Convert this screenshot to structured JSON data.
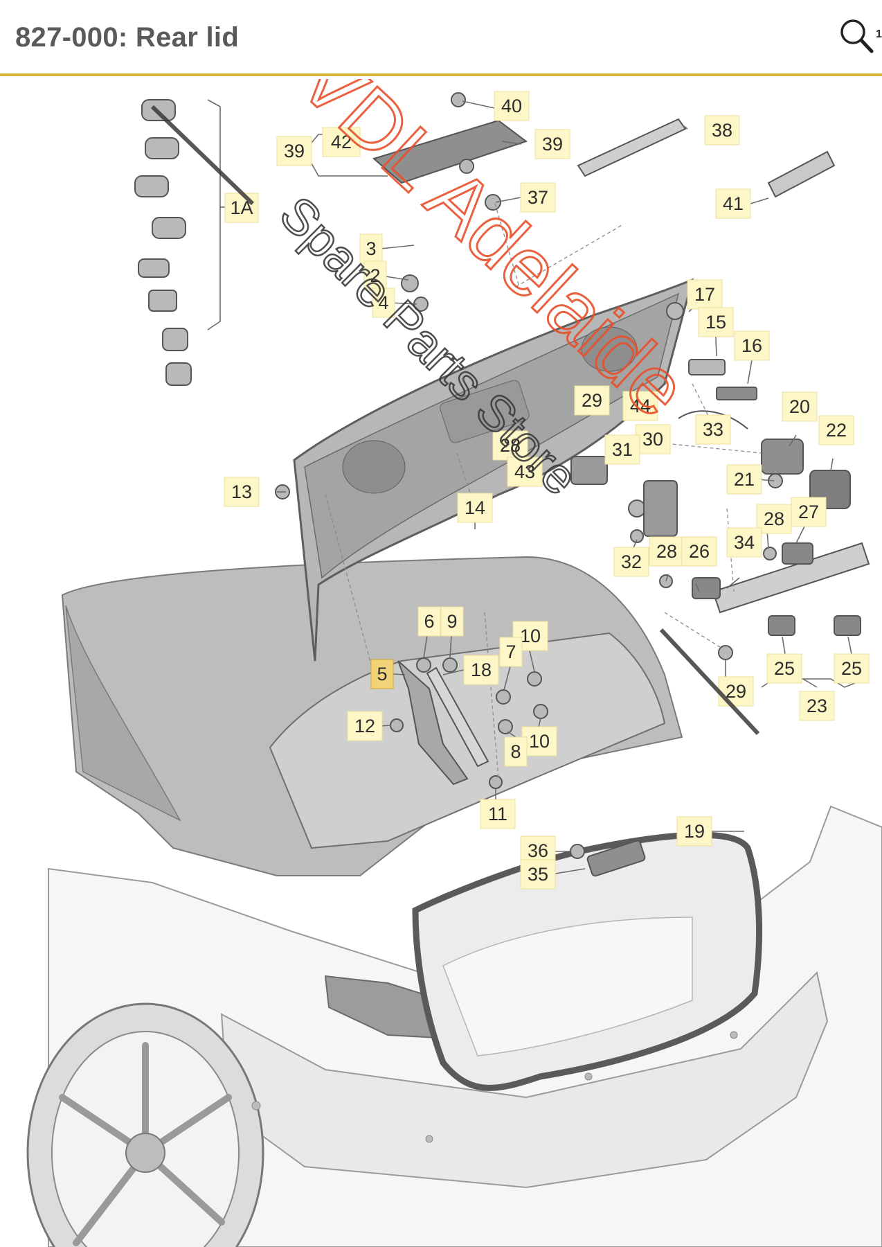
{
  "page": {
    "title": "827-000: Rear lid",
    "zoom_icon": "magnifier-icon",
    "zoom_badge": "1"
  },
  "watermark": {
    "line1": "VDL Adelaide",
    "line2": "Spare Parts Store",
    "line1_color": "#e8502c",
    "line2_color": "#3a3a3a"
  },
  "colors": {
    "accent": "#d8b832",
    "callout_fill": "#fdf6c6",
    "callout_active": "#f3d37a"
  },
  "callouts": [
    {
      "id": "c40",
      "label": "40"
    },
    {
      "id": "c42",
      "label": "42"
    },
    {
      "id": "c39a",
      "label": "39"
    },
    {
      "id": "c39b",
      "label": "39"
    },
    {
      "id": "c38",
      "label": "38"
    },
    {
      "id": "c37",
      "label": "37"
    },
    {
      "id": "c41",
      "label": "41"
    },
    {
      "id": "c1a",
      "label": "1A"
    },
    {
      "id": "c3",
      "label": "3"
    },
    {
      "id": "c2",
      "label": "2"
    },
    {
      "id": "c4",
      "label": "4"
    },
    {
      "id": "c17",
      "label": "17"
    },
    {
      "id": "c15",
      "label": "15"
    },
    {
      "id": "c16",
      "label": "16"
    },
    {
      "id": "c20",
      "label": "20"
    },
    {
      "id": "c22",
      "label": "22"
    },
    {
      "id": "c33",
      "label": "33"
    },
    {
      "id": "c21",
      "label": "21"
    },
    {
      "id": "c29a",
      "label": "29"
    },
    {
      "id": "c44",
      "label": "44"
    },
    {
      "id": "c30",
      "label": "30"
    },
    {
      "id": "c31",
      "label": "31"
    },
    {
      "id": "c28a",
      "label": "28"
    },
    {
      "id": "c43",
      "label": "43"
    },
    {
      "id": "c13",
      "label": "13"
    },
    {
      "id": "c14",
      "label": "14"
    },
    {
      "id": "c28b",
      "label": "28"
    },
    {
      "id": "c27",
      "label": "27"
    },
    {
      "id": "c34",
      "label": "34"
    },
    {
      "id": "c32",
      "label": "32"
    },
    {
      "id": "c28c",
      "label": "28"
    },
    {
      "id": "c26",
      "label": "26"
    },
    {
      "id": "c6",
      "label": "6"
    },
    {
      "id": "c9",
      "label": "9"
    },
    {
      "id": "c10a",
      "label": "10"
    },
    {
      "id": "c7",
      "label": "7"
    },
    {
      "id": "c5",
      "label": "5",
      "active": true
    },
    {
      "id": "c18",
      "label": "18"
    },
    {
      "id": "c29b",
      "label": "29"
    },
    {
      "id": "c25a",
      "label": "25"
    },
    {
      "id": "c25b",
      "label": "25"
    },
    {
      "id": "c23",
      "label": "23"
    },
    {
      "id": "c12",
      "label": "12"
    },
    {
      "id": "c10b",
      "label": "10"
    },
    {
      "id": "c8",
      "label": "8"
    },
    {
      "id": "c11",
      "label": "11"
    },
    {
      "id": "c19",
      "label": "19"
    },
    {
      "id": "c36",
      "label": "36"
    },
    {
      "id": "c35",
      "label": "35"
    }
  ]
}
